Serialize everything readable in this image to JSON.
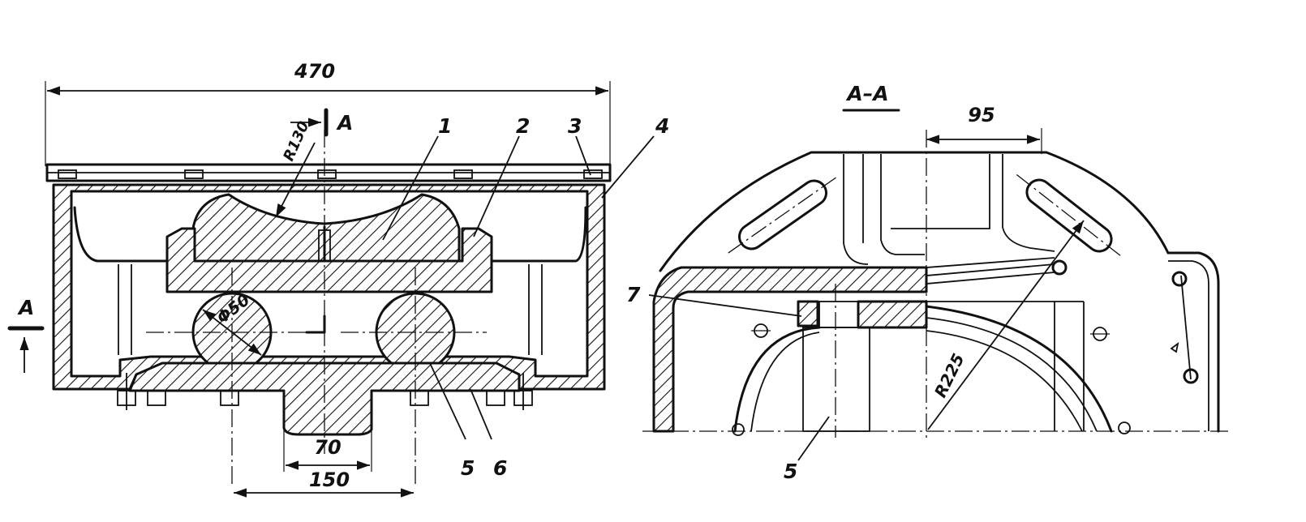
{
  "left_view": {
    "dimensions": {
      "overall_width": "470",
      "radius": "R130",
      "diameter": "Φ50",
      "center_width": "70",
      "roller_spacing": "150"
    },
    "section_mark": "A",
    "part_labels": [
      "1",
      "2",
      "3",
      "4",
      "5",
      "6"
    ]
  },
  "right_view": {
    "section_title": "A–A",
    "dimensions": {
      "offset": "95",
      "radius": "R225"
    },
    "part_labels": [
      "7",
      "5"
    ]
  }
}
